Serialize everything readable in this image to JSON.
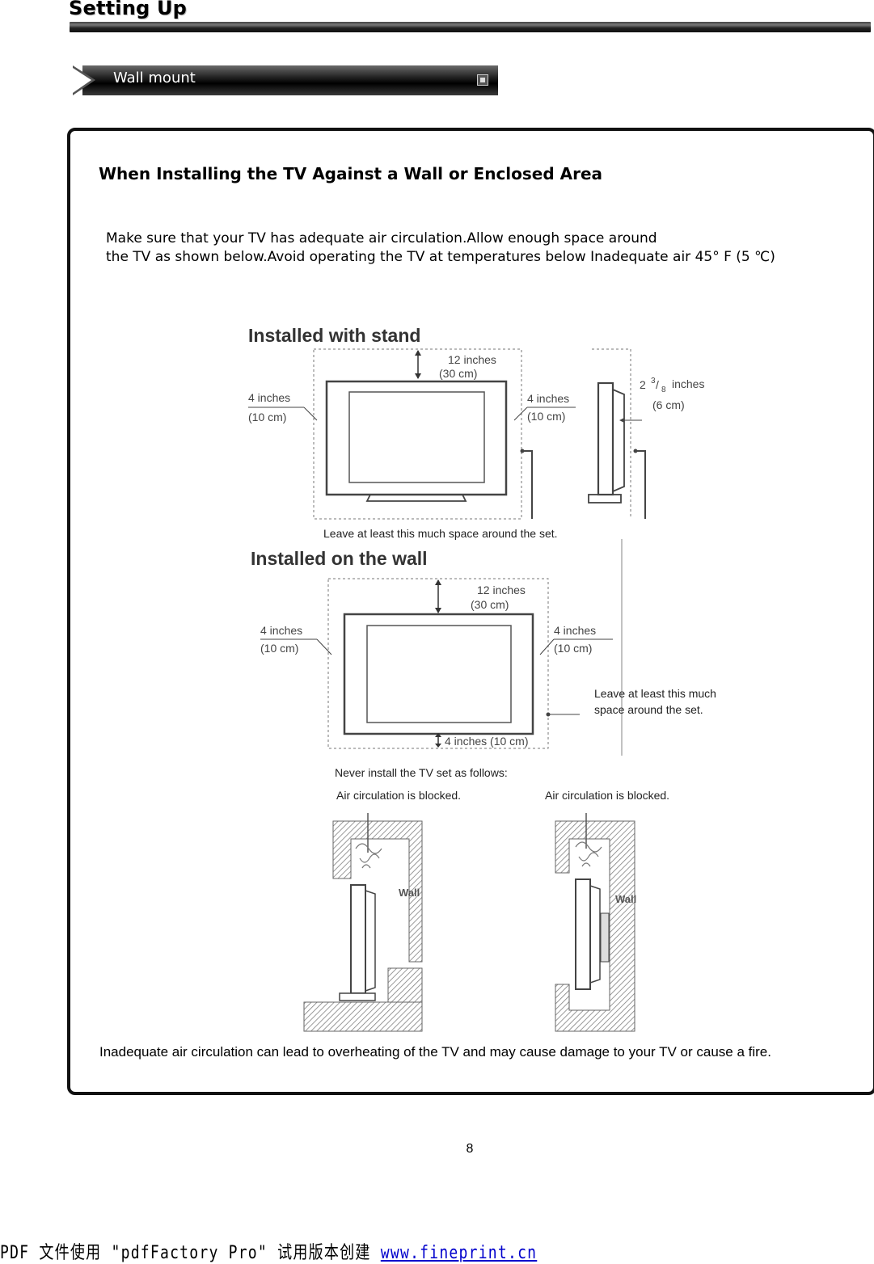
{
  "header": {
    "title": "Setting Up"
  },
  "section": {
    "label": "Wall mount"
  },
  "content": {
    "heading": "When Installing the TV Against a Wall or Enclosed Area",
    "intro_line1": "Make sure that your TV has adequate air circulation.Allow enough space around",
    "intro_line2": "the TV as shown below.Avoid operating the TV at temperatures below Inadequate air 45° F (5 ℃)",
    "stand": {
      "title": "Installed with stand",
      "top_inches": "12 inches",
      "top_cm": "(30 cm)",
      "left_inches": "4 inches",
      "left_cm": "(10 cm)",
      "right_inches": "4 inches",
      "right_cm": "(10 cm)",
      "side_whole": "2",
      "side_num": "3",
      "side_den": "8",
      "side_unit": "inches",
      "side_cm": "(6 cm)",
      "caption": "Leave at least this much space around the set."
    },
    "wall": {
      "title": "Installed on the wall",
      "top_inches": "12 inches",
      "top_cm": "(30 cm)",
      "left_inches": "4 inches",
      "left_cm": "(10 cm)",
      "right_inches": "4 inches",
      "right_cm": "(10 cm)",
      "bottom": "4 inches (10 cm)",
      "caption_line1": "Leave at least this much",
      "caption_line2": "space around the set."
    },
    "never": {
      "title": "Never install the TV set as follows:",
      "left_caption": "Air circulation is blocked.",
      "right_caption": "Air circulation is blocked.",
      "wall_label_left": "Wall",
      "wall_label_right": "Wall"
    },
    "warning": "Inadequate air circulation can lead to overheating of the TV and may cause damage to your TV or cause a fire."
  },
  "page_number": "8",
  "footer": {
    "text": "PDF 文件使用 \"pdfFactory Pro\" 试用版本创建 ",
    "link": "www.fineprint.cn"
  },
  "colors": {
    "accent": "#000000",
    "link": "#0000cc"
  }
}
